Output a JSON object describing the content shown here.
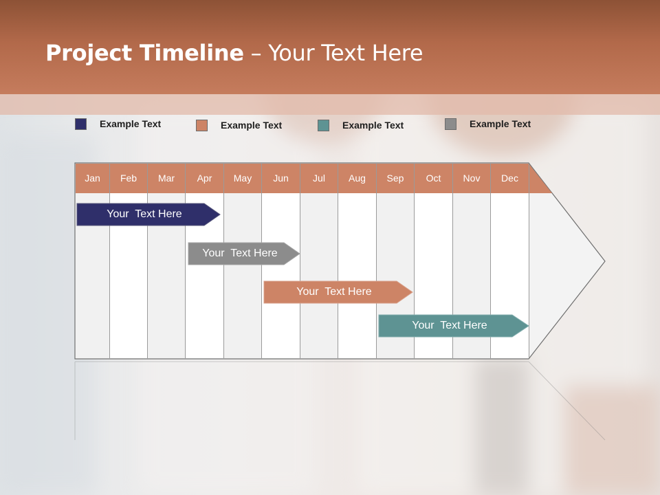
{
  "title": {
    "bold": "Project Timeline",
    "rest": " – Your Text Here"
  },
  "colors": {
    "header_band": "#b2694a",
    "month_header": "#cd8466",
    "navy": "#2f2f6a",
    "gray": "#8c8c8c",
    "terracotta": "#cd8466",
    "teal": "#5e9393"
  },
  "legend": [
    {
      "label": "Example Text",
      "color": "#2f2f6a"
    },
    {
      "label": "Example Text",
      "color": "#cd8466"
    },
    {
      "label": "Example Text",
      "color": "#5e9393"
    },
    {
      "label": "Example Text",
      "color": "#8c8c8c"
    }
  ],
  "months": [
    "Jan",
    "Feb",
    "Mar",
    "Apr",
    "May",
    "Jun",
    "Jul",
    "Aug",
    "Sep",
    "Oct",
    "Nov",
    "Dec"
  ],
  "bars": [
    {
      "label": "Your  Text Here",
      "color": "#2f2f6a"
    },
    {
      "label": "Your  Text Here",
      "color": "#8c8c8c"
    },
    {
      "label": "Your  Text Here",
      "color": "#cd8466"
    },
    {
      "label": "Your  Text Here",
      "color": "#5e9393"
    }
  ]
}
